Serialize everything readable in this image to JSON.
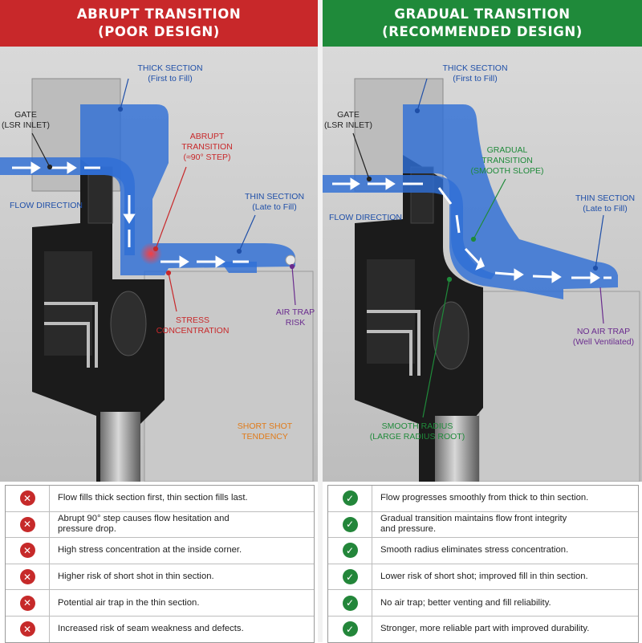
{
  "left": {
    "header": {
      "line1": "ABRUPT TRANSITION",
      "line2": "(POOR DESIGN)"
    },
    "labels": {
      "thick_title": "THICK SECTION",
      "thick_sub": "(First to Fill)",
      "gate_title": "GATE",
      "gate_sub": "(LSR INLET)",
      "abrupt_l1": "ABRUPT",
      "abrupt_l2": "TRANSITION",
      "abrupt_l3": "(≈90° STEP)",
      "flow": "FLOW DIRECTION",
      "thin_title": "THIN SECTION",
      "thin_sub": "(Late to Fill)",
      "air_l1": "AIR TRAP",
      "air_l2": "RISK",
      "stress_l1": "STRESS",
      "stress_l2": "CONCENTRATION",
      "short_l1": "SHORT SHOT",
      "short_l2": "TENDENCY"
    },
    "rows": [
      {
        "text": "Flow fills thick section first, thin section fills last."
      },
      {
        "text1": "Abrupt 90° step causes flow hesitation and",
        "text2": "pressure drop."
      },
      {
        "text": "High stress concentration at the inside corner."
      },
      {
        "text": "Higher risk of short shot in thin section."
      },
      {
        "text": "Potential air trap in the thin section."
      },
      {
        "text": "Increased risk of seam weakness and defects."
      }
    ]
  },
  "right": {
    "header": {
      "line1": "GRADUAL TRANSITION",
      "line2": "(RECOMMENDED DESIGN)"
    },
    "labels": {
      "thick_title": "THICK SECTION",
      "thick_sub": "(First to Fill)",
      "gate_title": "GATE",
      "gate_sub": "(LSR INLET)",
      "gradual_l1": "GRADUAL",
      "gradual_l2": "TRANSITION",
      "gradual_l3": "(SMOOTH SLOPE)",
      "flow": "FLOW DIRECTION",
      "thin_title": "THIN SECTION",
      "thin_sub": "(Late to Fill)",
      "noair_l1": "NO AIR TRAP",
      "noair_l2": "(Well Ventilated)",
      "radius_l1": "SMOOTH RADIUS",
      "radius_l2": "(LARGE RADIUS ROOT)"
    },
    "rows": [
      {
        "text": "Flow progresses smoothly from thick to thin section."
      },
      {
        "text1": "Gradual transition maintains flow front integrity",
        "text2": "and pressure."
      },
      {
        "text": "Smooth radius eliminates stress concentration."
      },
      {
        "text": "Lower risk of short shot; improved fill in thin section."
      },
      {
        "text": "No air trap; better venting and fill reliability."
      },
      {
        "text": "Stronger, more reliable part with improved durability."
      }
    ]
  },
  "icons": {
    "bad": "x-mark-icon",
    "good": "check-mark-icon"
  },
  "colors": {
    "bad": "#c62a2a",
    "good": "#23863a",
    "silicone": "#2f6fd6",
    "label_blue": "#1f4fa8",
    "label_red": "#c8282a",
    "label_green": "#1f8a3a",
    "label_purple": "#6a2c8e",
    "label_orange": "#e07b1a"
  },
  "marks": {
    "bad": "✕",
    "good": "✓"
  }
}
